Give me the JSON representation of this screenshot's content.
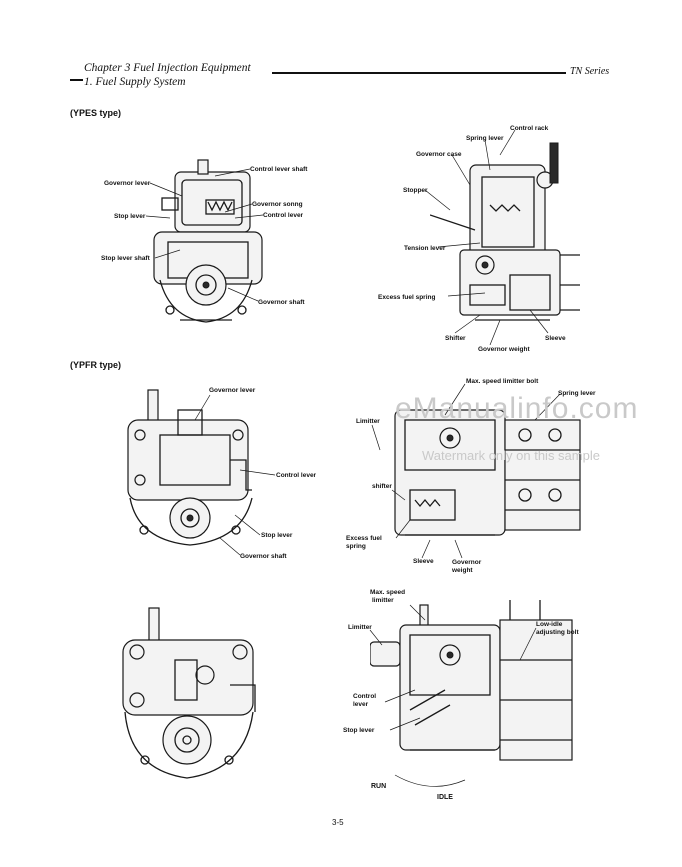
{
  "header": {
    "chapter": "Chapter 3  Fuel Injection Equipment",
    "section": "1.  Fuel Supply System",
    "series": "TN Series"
  },
  "sections": {
    "ypes": "(YPES type)",
    "ypfr": "(YPFR type)"
  },
  "fig1_labels": {
    "control_lever_shaft": "Control lever shaft",
    "governor_lever": "Governor lever",
    "governor_spring": "Governor sonng",
    "stop_lever": "Stop lever",
    "control_lever": "Control lever",
    "stop_lever_shaft": "Stop lever shaft",
    "governor_shaft": "Governor shaft"
  },
  "fig2_labels": {
    "control_rack": "Control rack",
    "spring_lever": "Spring lever",
    "governor_case": "Governor case",
    "stopper": "Stopper",
    "tension_lever": "Tension lever",
    "excess_fuel_spring": "Excess fuel spring",
    "shifter": "Shifter",
    "sleeve": "Sleeve",
    "governor_weight": "Governor weight"
  },
  "fig3_labels": {
    "governor_lever": "Governor lever",
    "control_lever": "Control lever",
    "stop_lever": "Stop lever",
    "governor_shaft": "Governor shaft"
  },
  "fig4_labels": {
    "max_speed_limiter_bolt": "Max. speed limitter bolt",
    "spring_lever": "Spring lever",
    "limitter": "Limitter",
    "shifter": "shifter",
    "excess_fuel_spring_1": "Excess fuel",
    "excess_fuel_spring_2": "spring",
    "sleeve": "Sleeve",
    "governor_weight_1": "Governor",
    "governor_weight_2": "weight"
  },
  "fig6_labels": {
    "max_speed_limiter_1": "Max. speed",
    "max_speed_limiter_2": "limitter",
    "limitter": "Limitter",
    "low_idle_1": "Low-idle",
    "low_idle_2": "adjusting bolt",
    "control_lever_1": "Control",
    "control_lever_2": "lever",
    "stop_lever": "Stop lever",
    "run": "RUN",
    "idle": "IDLE"
  },
  "watermark": {
    "site": "eManualinfo.com",
    "note": "Watermark only on this sample"
  },
  "page_number": "3-5",
  "colors": {
    "ink": "#1a1a1a",
    "watermark": "#c9c9c9",
    "paper": "#ffffff"
  }
}
